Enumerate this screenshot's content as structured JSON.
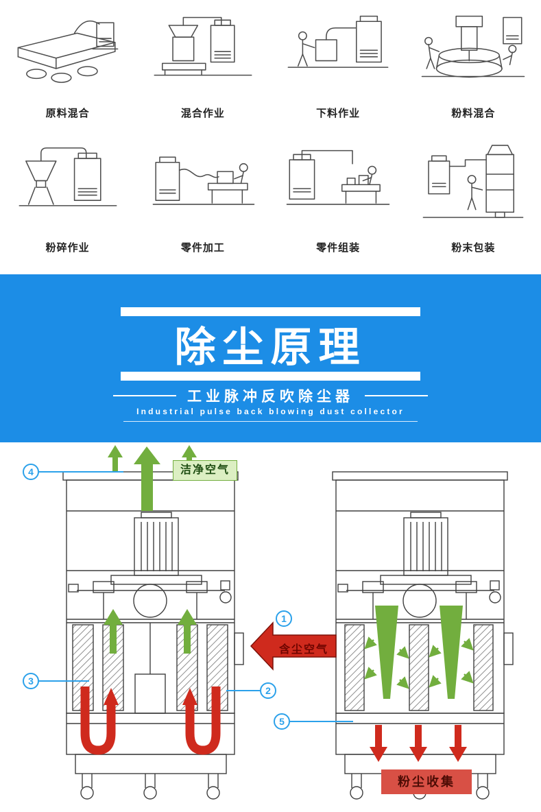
{
  "process_grid": {
    "items": [
      {
        "label": "原料混合"
      },
      {
        "label": "混合作业"
      },
      {
        "label": "下料作业"
      },
      {
        "label": "粉料混合"
      },
      {
        "label": "粉碎作业"
      },
      {
        "label": "零件加工"
      },
      {
        "label": "零件组装"
      },
      {
        "label": "粉末包装"
      }
    ]
  },
  "banner": {
    "title": "除尘原理",
    "subtitle": "工业脉冲反吹除尘器",
    "subtitle_en": "Industrial pulse back blowing dust collector"
  },
  "diagram": {
    "clean_air_label": "洁净空气",
    "dusty_air_label": "含尘空气",
    "dust_collect_label": "粉尘收集",
    "callouts": [
      {
        "num": "1"
      },
      {
        "num": "2"
      },
      {
        "num": "3"
      },
      {
        "num": "4"
      },
      {
        "num": "5"
      }
    ]
  },
  "colors": {
    "banner-blue": "#1c8de6",
    "green": "#72ae3e",
    "red": "#cf2a1d",
    "callout-blue": "#2ba1ea",
    "label-green-bg": "#dcefc3",
    "label-red-bg": "#d85045"
  }
}
